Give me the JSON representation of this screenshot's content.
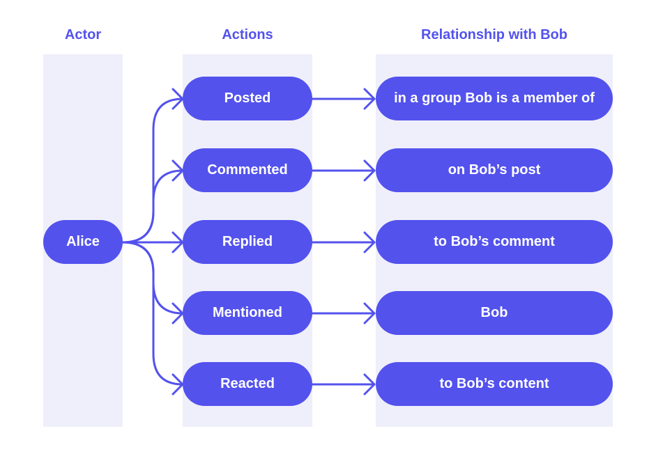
{
  "headers": {
    "actor": "Actor",
    "actions": "Actions",
    "relationship": "Relationship with Bob"
  },
  "actor": {
    "label": "Alice"
  },
  "actions": [
    {
      "label": "Posted"
    },
    {
      "label": "Commented"
    },
    {
      "label": "Replied"
    },
    {
      "label": "Mentioned"
    },
    {
      "label": "Reacted"
    }
  ],
  "relationships": [
    {
      "label": "in a group Bob is a member of"
    },
    {
      "label": "on Bob’s post"
    },
    {
      "label": "to Bob’s comment"
    },
    {
      "label": "Bob"
    },
    {
      "label": "to Bob’s content"
    }
  ],
  "colors": {
    "accent": "#5352ed",
    "column_background": "#efeffb",
    "pill_text": "#ffffff"
  }
}
